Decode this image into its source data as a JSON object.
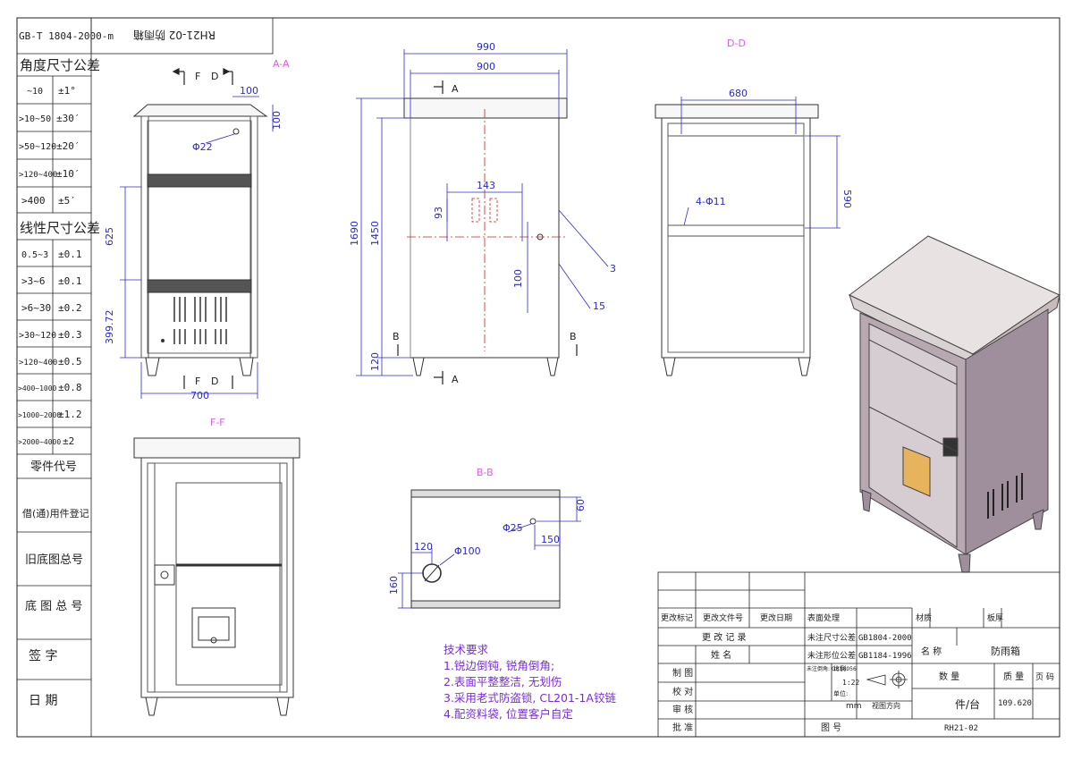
{
  "title_stamp": "RH21-02 防雨箱",
  "drawing_no": "RH21-02",
  "left_table": {
    "header": "GB-T 1804-2000-m",
    "angle_title": "角度尺寸公差",
    "angle_rows": [
      {
        "range": "~10",
        "tol": "±1°"
      },
      {
        "range": ">10~50",
        "tol": "±30′"
      },
      {
        "range": ">50~120",
        "tol": "±20′"
      },
      {
        "range": ">120~400",
        "tol": "±10′"
      },
      {
        "range": ">400",
        "tol": "±5′"
      }
    ],
    "linear_title": "线性尺寸公差",
    "linear_rows": [
      {
        "range": "0.5~3",
        "tol": "±0.1"
      },
      {
        "range": ">3~6",
        "tol": "±0.1"
      },
      {
        "range": ">6~30",
        "tol": "±0.2"
      },
      {
        "range": ">30~120",
        "tol": "±0.3"
      },
      {
        "range": ">120~400",
        "tol": "±0.5"
      },
      {
        "range": ">400~1000",
        "tol": "±0.8"
      },
      {
        "range": ">1000~2000",
        "tol": "±1.2"
      },
      {
        "range": ">2000~4000",
        "tol": "±2"
      }
    ],
    "labels": [
      "零件代号",
      "借(通)用件登记",
      "旧底图总号",
      "底 图 总 号",
      "签 字",
      "日 期"
    ]
  },
  "sections": {
    "aa": "A-A",
    "dd": "D-D",
    "ff": "F-F",
    "bb": "B-B",
    "f_mark": "F",
    "d_mark": "D",
    "a_mark": "A",
    "b_mark": "B"
  },
  "dims": {
    "d990": "990",
    "d900": "900",
    "d680": "680",
    "d590": "590",
    "d4phi11": "4-Φ11",
    "d143": "143",
    "d93": "93",
    "d100": "100",
    "d1690": "1690",
    "d1450": "1450",
    "d120": "120",
    "d3": "3",
    "d15": "15",
    "d625": "625",
    "d399": "399.72",
    "d700": "700",
    "d100top": "100",
    "d100side": "100",
    "dphi22": "Φ22",
    "d60": "60",
    "d150": "150",
    "dphi25": "Φ25",
    "d120b": "120",
    "dphi100": "Φ100",
    "d160": "160"
  },
  "tech_notes": {
    "title": "技术要求",
    "lines": [
      "1.锐边倒钝, 锐角倒角;",
      "2.表面平整整洁, 无划伤",
      "3.采用老式防盗锁, CL201-1A铰链",
      "4.配资料袋, 位置客户自定"
    ]
  },
  "title_block": {
    "row_change": [
      "更改标记",
      "更改文件号",
      "更改日期"
    ],
    "change_record": "更 改 记 录",
    "name_label": "姓 名",
    "surface": "表面处理",
    "unmarked_dim": "未注尺寸公差",
    "unmarked_dim_std": "GB1804-2000",
    "unmarked_form": "未注形位公差",
    "unmarked_form_std": "GB1184-1996",
    "material": "材质",
    "thickness": "板厚",
    "name_title": "名 称",
    "product_name": "防雨箱",
    "draw": "制 图",
    "check": "校 对",
    "review": "审 核",
    "approve": "批 准",
    "quantity": "数 量",
    "unit": "件/台",
    "weight": "质 量",
    "weight_val": "109.620",
    "pages": "页 码",
    "scale_label": "比例:",
    "scale_val": "1:22",
    "proj_std": "未注倒角: GB18056",
    "unit_label": "单位:",
    "unit_mm": "mm",
    "view_dir": "视图方向",
    "drawing_label": "图 号"
  }
}
